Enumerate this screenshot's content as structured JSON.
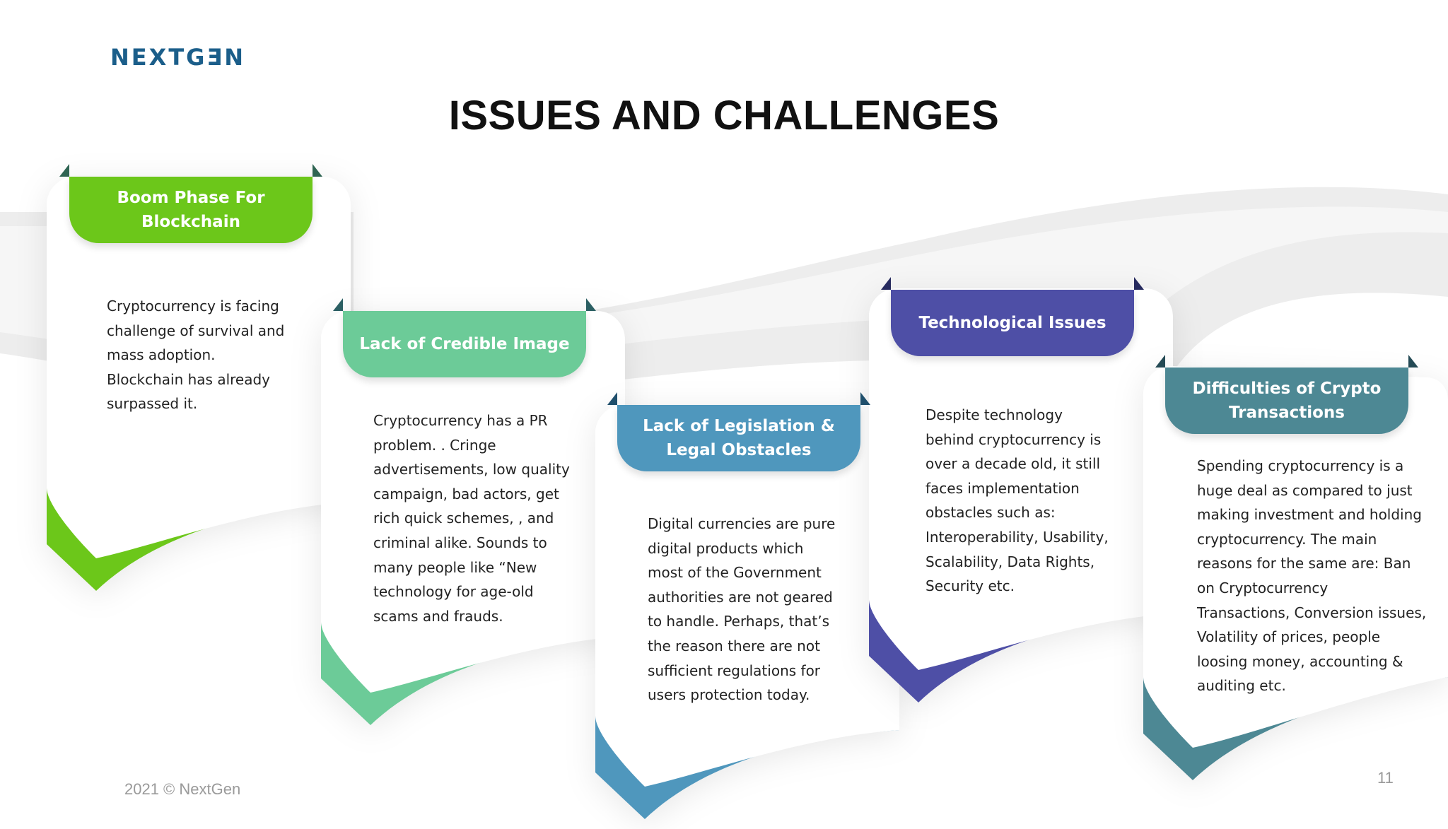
{
  "brand": {
    "logo_text": "NEXTGƎN"
  },
  "page_title": "ISSUES AND CHALLENGES",
  "cards": [
    {
      "heading": "Boom Phase For\nBlockchain",
      "color": "#6cc71a",
      "text": "Cryptocurrency is facing\nchallenge of survival and\nmass adoption.\nBlockchain has already\nsurpassed it."
    },
    {
      "heading": "Lack of Credible Image",
      "color": "#6ccb98",
      "text": "Cryptocurrency has a PR\nproblem. . Cringe\nadvertisements, low quality\ncampaign,  bad actors, get\nrich quick schemes, , and\ncriminal alike. Sounds to\nmany people  like “New\ntechnology for age-old\nscams and frauds."
    },
    {
      "heading": "Lack of Legislation &\nLegal Obstacles",
      "color": "#4f97bd",
      "text": "Digital currencies are pure\ndigital products  which\nmost of the Government\nauthorities are not geared\nto handle. Perhaps, that’s\nthe reason there are not\nsufficient regulations for\nusers protection today."
    },
    {
      "heading": "Technological  Issues",
      "color": "#4e4fa6",
      "text": "Despite technology\nbehind cryptocurrency is\nover a decade old, it still\nfaces implementation\nobstacles such as:\nInteroperability, Usability,\nScalability, Data Rights,\nSecurity etc."
    },
    {
      "heading": "Difficulties of Crypto\nTransactions",
      "color": "#4d8894",
      "text": "Spending cryptocurrency is a\nhuge deal as compared to just\nmaking investment and holding\ncryptocurrency.  The main\nreasons for the same are: Ban\non Cryptocurrency\nTransactions, Conversion issues,\nVolatility of prices, people\nloosing money, accounting &\nauditing etc."
    }
  ],
  "footer": {
    "copyright": "2021 © NextGen",
    "page_number": "11"
  }
}
